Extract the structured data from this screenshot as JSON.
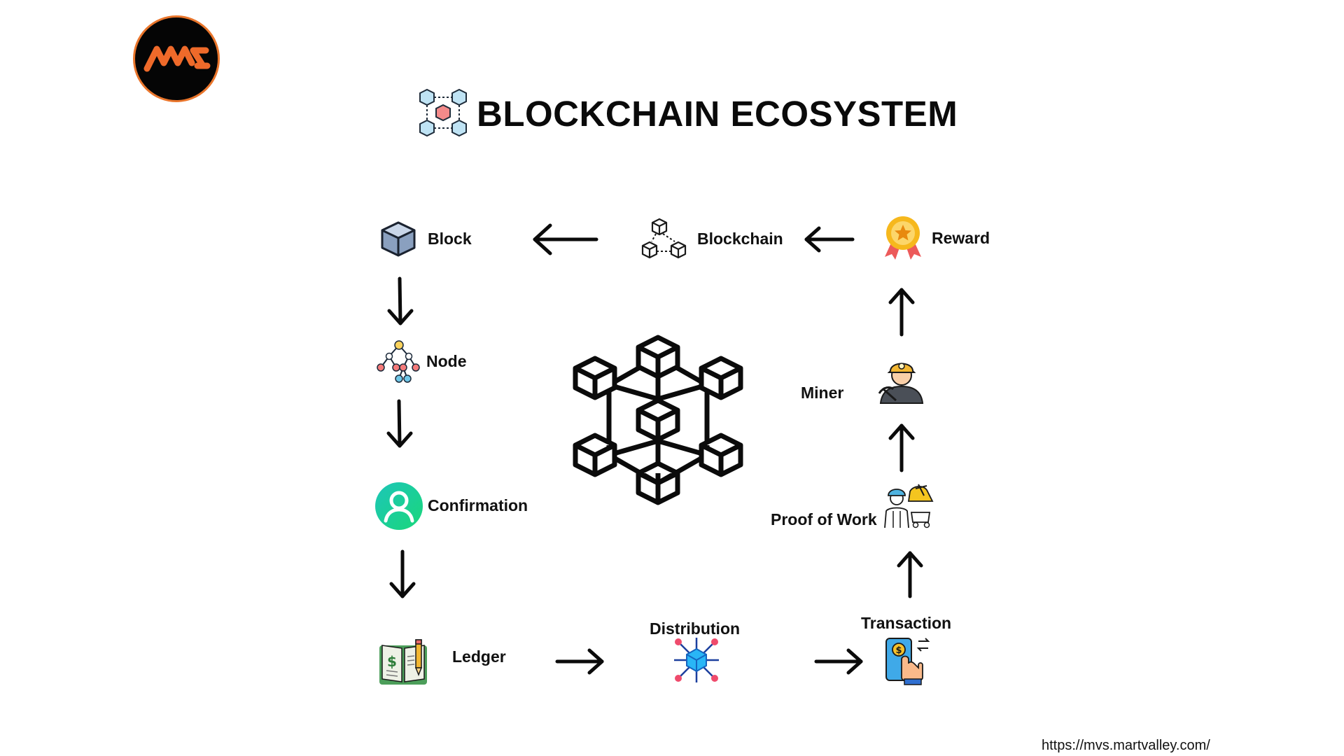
{
  "title": "BLOCKCHAIN ECOSYSTEM",
  "url": "https://mvs.martvalley.com/",
  "logo": {
    "text": "MVS",
    "accent": "#e9752b"
  },
  "nodes": {
    "block": "Block",
    "blockchain": "Blockchain",
    "reward": "Reward",
    "node": "Node",
    "miner": "Miner",
    "confirmation": "Confirmation",
    "proof_of_work": "Proof of Work",
    "ledger": "Ledger",
    "distribution": "Distribution",
    "transaction": "Transaction"
  },
  "edges": [
    [
      "Reward",
      "Blockchain"
    ],
    [
      "Blockchain",
      "Block"
    ],
    [
      "Block",
      "Node"
    ],
    [
      "Node",
      "Confirmation"
    ],
    [
      "Confirmation",
      "Ledger"
    ],
    [
      "Ledger",
      "Distribution"
    ],
    [
      "Distribution",
      "Transaction"
    ],
    [
      "Transaction",
      "Proof of Work"
    ],
    [
      "Proof of Work",
      "Miner"
    ],
    [
      "Miner",
      "Reward"
    ]
  ]
}
